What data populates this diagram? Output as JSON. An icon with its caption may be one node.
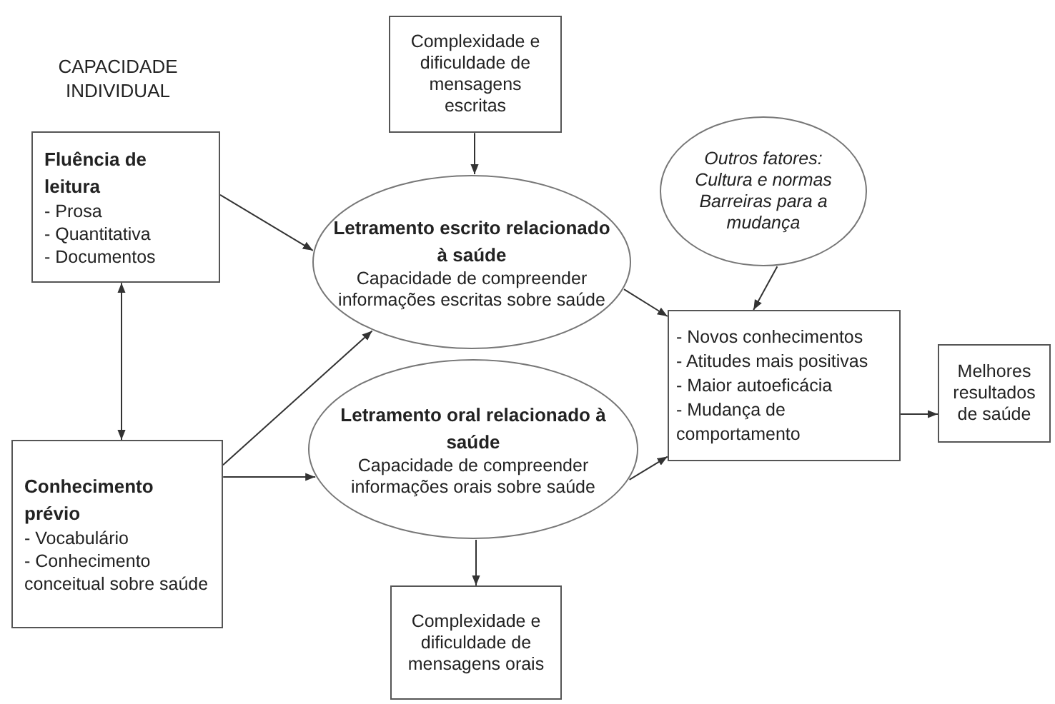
{
  "diagram": {
    "nodes": [
      {
        "text": [
          "Fluência de leitura",
          "- Prosa",
          "- Quantitativa",
          "- Documentos"
        ]
      },
      {
        "text": [
          "Complexidade e dificuldade de mensagens escritas"
        ]
      },
      {
        "text": [
          "Letramento escrito relacionado à saúde",
          "Capacidade de compreender informações escritas sobre saúde"
        ]
      },
      {
        "text": [
          "Outros fatores:",
          "Cultura e normas",
          "Barreiras para a mudança"
        ]
      },
      {
        "text": [
          "Conhecimento prévio",
          "- Vocabulário",
          "- Conhecimento conceitual sobre saúde"
        ]
      },
      {
        "text": [
          "Letramento oral relacionado à saúde",
          "Capacidade de compreender informações orais sobre saúde"
        ]
      },
      {
        "text": [
          "- Novos conhecimentos",
          "- Atitudes mais positivas",
          "- Maior autoeficácia",
          "- Mudança de comportamento"
        ]
      },
      {
        "text": [
          "Melhores resultados de saúde"
        ]
      },
      {
        "text": [
          "Complexidade e dificuldade de mensagens orais"
        ]
      }
    ],
    "edges": [
      {
        "from": 0,
        "to": 4,
        "arrow": "both"
      },
      {
        "from": 0,
        "to": 2,
        "arrow": "to"
      },
      {
        "from": 1,
        "to": 2,
        "arrow": "to"
      },
      {
        "from": 4,
        "to": 2,
        "arrow": "to"
      },
      {
        "from": 4,
        "to": 5,
        "arrow": "to"
      },
      {
        "from": 5,
        "to": 8,
        "arrow": "to"
      },
      {
        "from": 2,
        "to": 6,
        "arrow": "to"
      },
      {
        "from": 5,
        "to": 6,
        "arrow": "to"
      },
      {
        "from": 3,
        "to": 6,
        "arrow": "to"
      },
      {
        "from": 6,
        "to": 7,
        "arrow": "to"
      }
    ],
    "labels": [
      "CAPACIDADE INDIVIDUAL"
    ]
  }
}
